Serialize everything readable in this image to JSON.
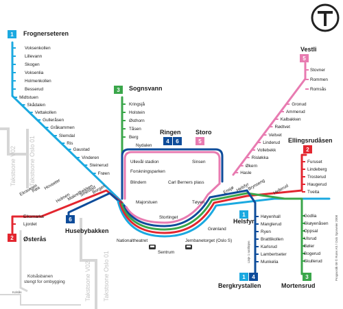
{
  "colors": {
    "line1": "#1ba9e0",
    "line2": "#e3262f",
    "line3": "#3aa64a",
    "line4": "#0e4c9a",
    "line5": "#e87bb1",
    "line6": "#0e4c9a",
    "zone": "#c4c4c4"
  },
  "badges": {
    "l1": "1",
    "l2": "2",
    "l3": "3",
    "l4": "4",
    "l5": "5",
    "l6": "6"
  },
  "terminals": {
    "frognerseteren": "Frognerseteren",
    "sognsvann": "Sognsvann",
    "vestli": "Vestli",
    "ellingsrudasen": "Ellingsrudåsen",
    "osteras": "Østerås",
    "husebybakken": "Husebybakken",
    "mortensrud": "Mortensrud",
    "bergkrystallen": "Bergkrystallen",
    "ringen": "Ringen",
    "storo": "Storo",
    "helsfyr": "Helsfyr",
    "sentrum": "Sentrum"
  },
  "stations": {
    "line1": [
      "Voksenkollen",
      "Lillevann",
      "Skogen",
      "Voksenlia",
      "Holmenkollen",
      "Besserud",
      "Midtstuen",
      "Skådalen",
      "Vettakollen",
      "Gulleråsen",
      "Gråkammen",
      "Slemdal",
      "Ris",
      "Gaustad",
      "Vinderen",
      "Steinerud",
      "Frøen"
    ],
    "line3": [
      "Kringsjå",
      "Holstein",
      "Østhorn",
      "Tåsen",
      "Berg"
    ],
    "line5": [
      "Stovner",
      "Rommen",
      "Romsås",
      "Gronud",
      "Ammerud",
      "Kalbakken",
      "Rødtvet",
      "Veitvet",
      "Linderud",
      "Vollebekk",
      "Risløkka",
      "Økern",
      "Hasle"
    ],
    "line2east": [
      "Furuset",
      "Lindeberg",
      "Trosterud",
      "Haugerud",
      "Tveita"
    ],
    "line3south": [
      "Godlia",
      "Skøyenåsen",
      "Oppsal",
      "Ulsrud",
      "Bøler",
      "Bogerud",
      "Skullerud"
    ],
    "line4south": [
      "Høyenhall",
      "Manglerud",
      "Ryen",
      "Brattlikollen",
      "Karlsrud",
      "Lambertseter",
      "Munkelia"
    ],
    "west": [
      "Ekraveien",
      "Røa",
      "Hovseter",
      "Holmen",
      "Makrellbekken",
      "Smestad",
      "Borgen"
    ],
    "osteras": [
      "Eiksmarka",
      "Ljordet"
    ],
    "ring": [
      "Nydalen",
      "Ullevål stadion",
      "Forskningsparken",
      "Blindern",
      "Sinsen",
      "Carl Berners plass",
      "Majorstuen",
      "Tøyen"
    ],
    "east": [
      "Ensjø",
      "Helsfyr",
      "Brynseng",
      "Hellerud"
    ],
    "center": {
      "stortinget": "Stortinget",
      "nationaltheatret": "Nationaltheatret",
      "jernbanetorget": "Jernbanetorget (Oslo S)",
      "gronland": "Grønland"
    }
  },
  "zones": {
    "v02": "Takstsone V02",
    "oslo01_upper": "Takstsone Oslo 01",
    "oslo01_lower": "Takstsone Oslo 01"
  },
  "notes": {
    "kolsas": "Kolsåsbanen\nstengt for ombygging",
    "kolsas_station": "Kolsås",
    "line1_note": "Linje 1 nattlinjen"
  },
  "footer": "Prognostik 08 © Ruter AS / Oslo Sporveier 2008",
  "icons": {
    "logo": "ruter-t-logo-icon",
    "train": "train-icon"
  }
}
